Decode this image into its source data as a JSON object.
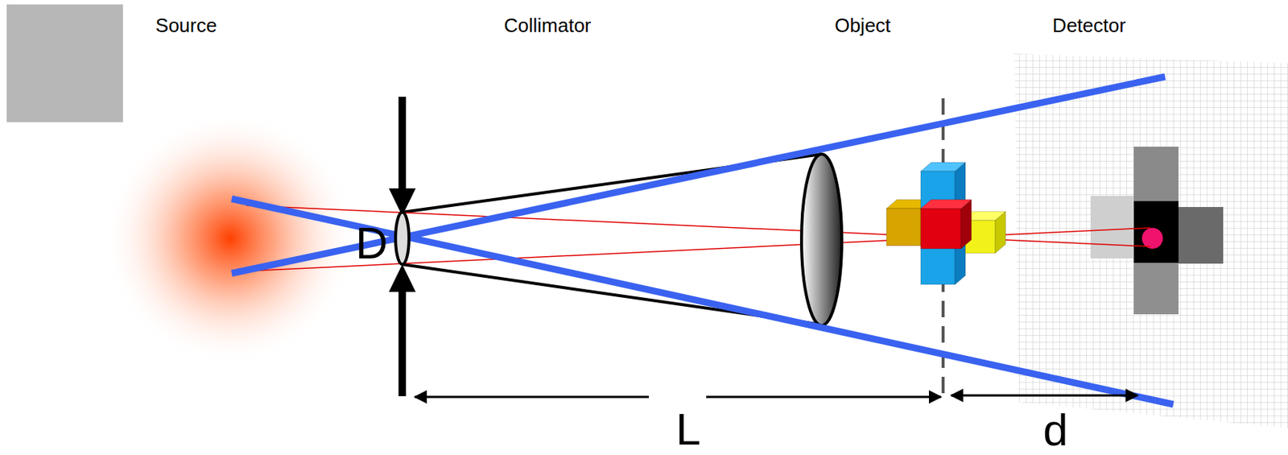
{
  "diagram": {
    "labels": [
      "Source",
      "Collimator",
      "Object",
      "Detector",
      "D",
      "L",
      "d"
    ]
  }
}
